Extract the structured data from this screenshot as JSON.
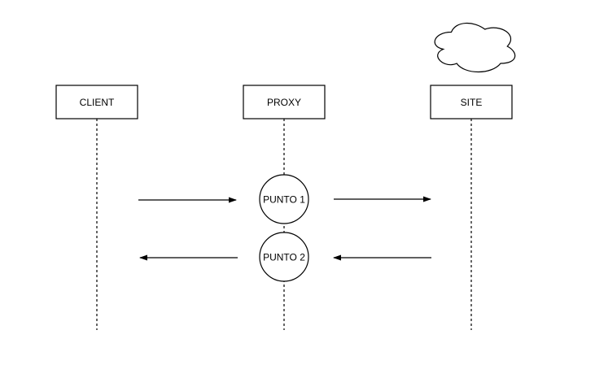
{
  "diagram": {
    "title": "proxy-flow-diagram",
    "nodes": [
      {
        "id": "client",
        "label": "CLIENT"
      },
      {
        "id": "proxy",
        "label": "PROXY"
      },
      {
        "id": "site",
        "label": "SITE"
      }
    ],
    "points": [
      {
        "id": "punto1",
        "label": "PUNTO 1"
      },
      {
        "id": "punto2",
        "label": "PUNTO 2"
      }
    ],
    "icons": [
      {
        "name": "cloud-icon",
        "meaning": "internet-cloud above SITE"
      }
    ],
    "connections": [
      {
        "from": "client",
        "to": "proxy",
        "via": "punto1",
        "direction": "right"
      },
      {
        "from": "proxy",
        "to": "site",
        "via": "punto1",
        "direction": "right"
      },
      {
        "from": "site",
        "to": "proxy",
        "via": "punto2",
        "direction": "left"
      },
      {
        "from": "proxy",
        "to": "client",
        "via": "punto2",
        "direction": "left"
      }
    ],
    "colors": {
      "stroke": "#000000",
      "fill": "#ffffff",
      "background": "#ffffff"
    }
  }
}
